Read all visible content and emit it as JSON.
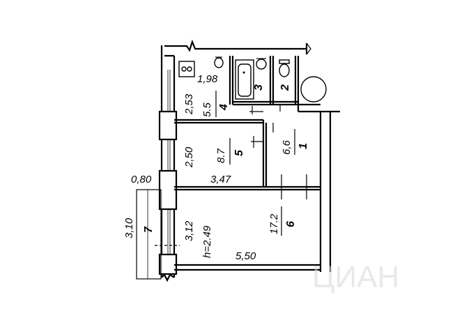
{
  "rooms": [
    {
      "number": "1",
      "area": "6,6"
    },
    {
      "number": "2",
      "area": ""
    },
    {
      "number": "3",
      "area": ""
    },
    {
      "number": "4",
      "area": "5.5"
    },
    {
      "number": "5",
      "area": "8.7"
    },
    {
      "number": "6",
      "area": "17.2"
    },
    {
      "number": "7",
      "area": ""
    }
  ],
  "dimensions": {
    "kitchen_width": "1,98",
    "kitchen_length": "2,53",
    "bedroom_length": "2,50",
    "bedroom_width": "3,47",
    "window_niche": "0,80",
    "balcony_length": "3,10",
    "living_length": "3,12",
    "living_width": "5,50",
    "ceiling_height": "h=2.49"
  },
  "watermark": "ЦИАН"
}
